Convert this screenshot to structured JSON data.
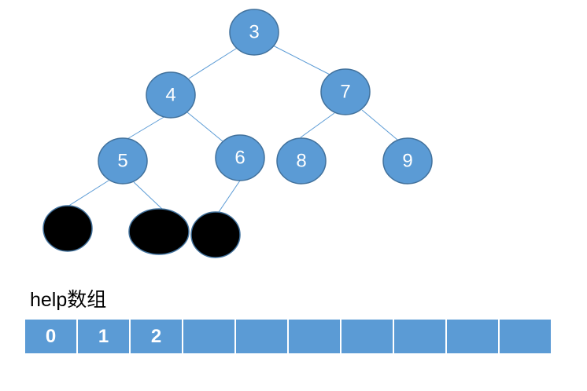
{
  "tree": {
    "nodes": [
      "3",
      "4",
      "7",
      "5",
      "6",
      "8",
      "9"
    ]
  },
  "help": {
    "label": "help数组",
    "cells": [
      "0",
      "1",
      "2",
      "",
      "",
      "",
      "",
      "",
      "",
      ""
    ]
  },
  "colors": {
    "node_fill": "#5b9bd5",
    "node_stroke": "#41719c",
    "edge": "#5b9bd5",
    "removed_fill": "#000000",
    "array_fill": "#5b9bd5"
  }
}
